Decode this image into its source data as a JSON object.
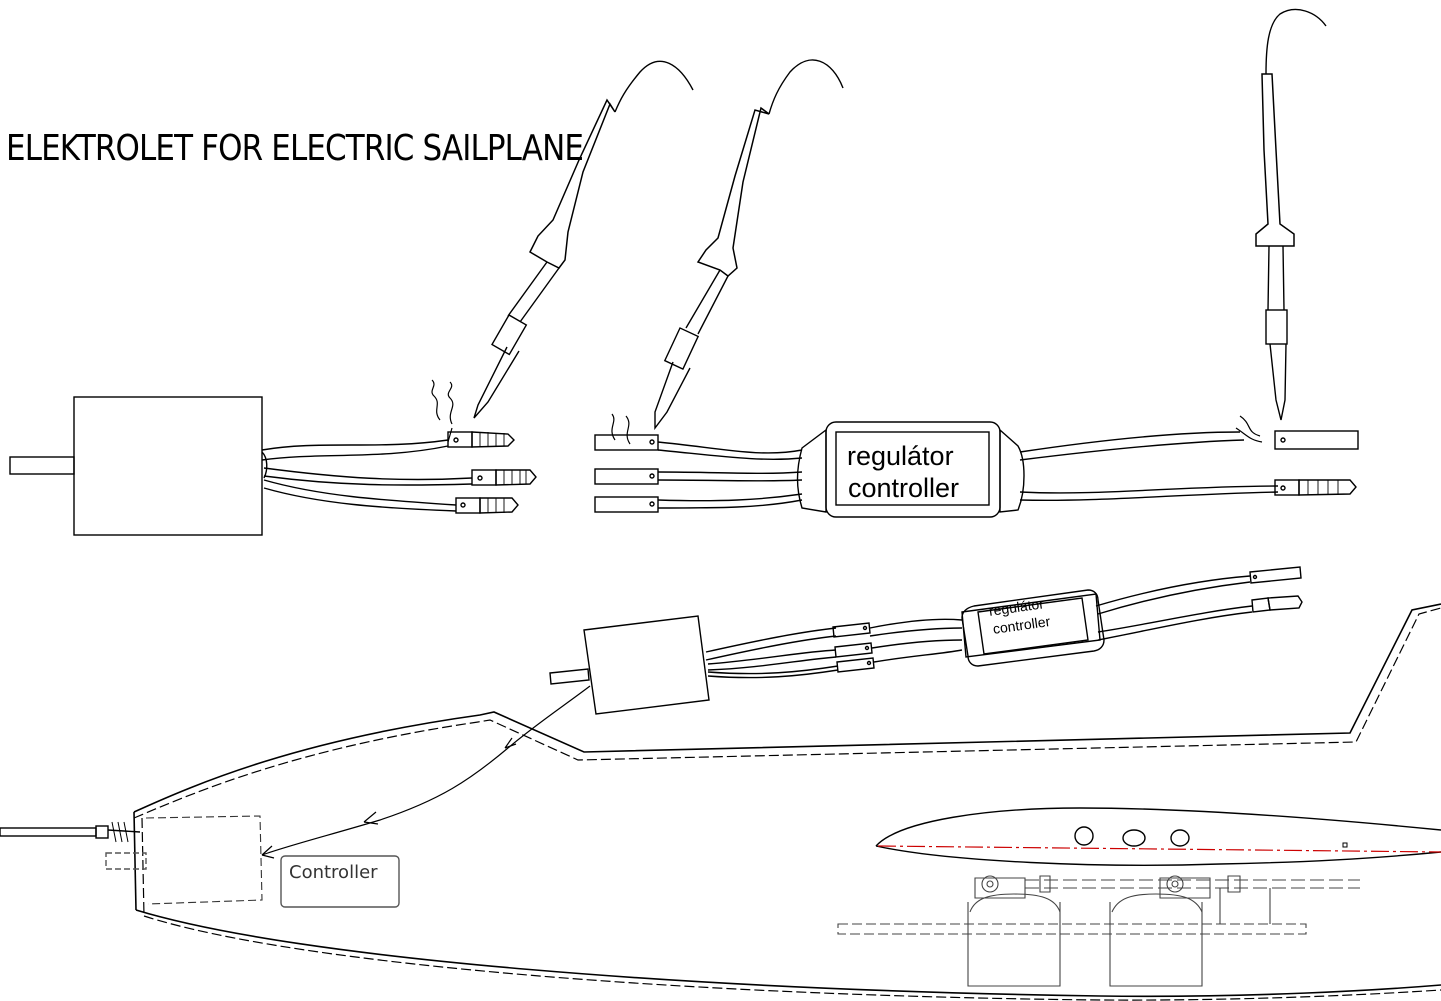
{
  "title": "ELEKTROLET   FOR ELECTRIC SAILPLANE",
  "controller_main": {
    "line1": "regulátor",
    "line2": "controller"
  },
  "controller_small": {
    "line1": "regulátor",
    "line2": "controller"
  },
  "fuselage_label": "Controller",
  "colors": {
    "ink": "#000000",
    "gray": "#555555",
    "centerline": "#cc0000"
  }
}
